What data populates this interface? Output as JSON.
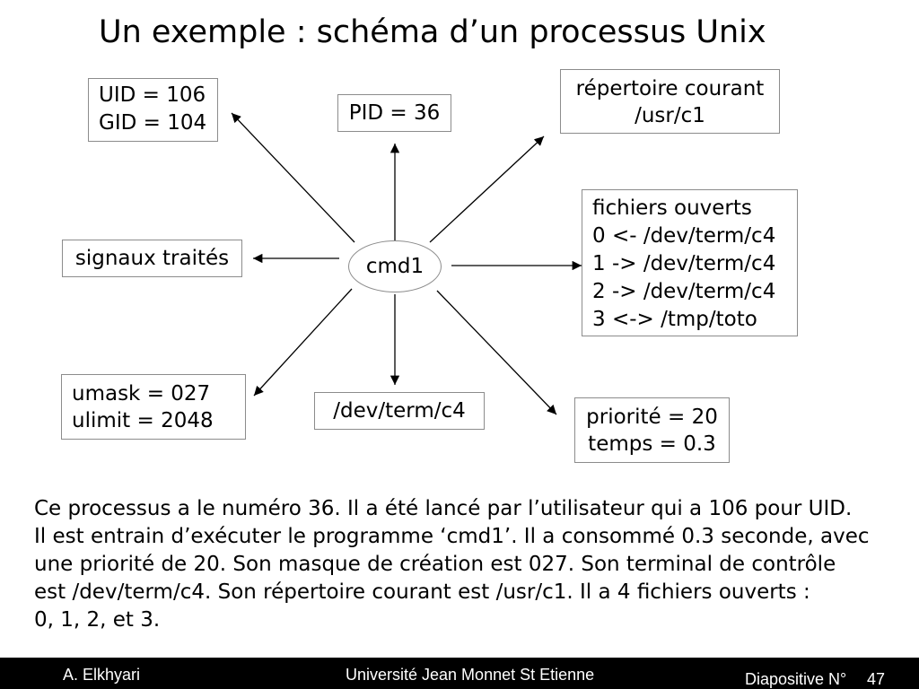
{
  "slide": {
    "title": "Un exemple : schéma d’un processus Unix"
  },
  "diagram": {
    "process": {
      "label": "cmd1"
    },
    "credentials": {
      "lines": [
        "UID = 106",
        "GID = 104"
      ]
    },
    "pid": {
      "label": "PID = 36"
    },
    "working_directory": {
      "lines": [
        "répertoire courant",
        "/usr/c1"
      ]
    },
    "signals": {
      "label": "signaux traités"
    },
    "open_files": {
      "lines": [
        "fichiers ouverts",
        "0 <- /dev/term/c4",
        "1 -> /dev/term/c4",
        "2 -> /dev/term/c4",
        "3 <-> /tmp/toto"
      ]
    },
    "limits": {
      "lines": [
        "umask = 027",
        "ulimit = 2048"
      ]
    },
    "terminal": {
      "label": "/dev/term/c4"
    },
    "scheduling": {
      "lines": [
        "priorité = 20",
        "temps = 0.3"
      ]
    }
  },
  "description": {
    "lines": [
      "Ce processus a le numéro 36. Il a été lancé par l’utilisateur qui a 106 pour UID.",
      "Il est entrain d’exécuter le programme ‘cmd1’. Il a consommé 0.3 seconde, avec",
      "une priorité de 20. Son masque de création est 027. Son terminal de contrôle",
      "est /dev/term/c4. Son répertoire courant est /usr/c1. Il a 4 fichiers ouverts :",
      "0, 1, 2, et 3."
    ]
  },
  "footer": {
    "author": "A. Elkhyari",
    "institution": "Université Jean Monnet St Etienne",
    "slide_label": "Diapositive N°",
    "slide_number": "47"
  },
  "theme": {
    "background": "#ffffff",
    "text": "#000000",
    "box_border": "#8c8c8c",
    "arrow": "#000000",
    "footer_background": "#000000",
    "footer_text": "#ffffff"
  }
}
